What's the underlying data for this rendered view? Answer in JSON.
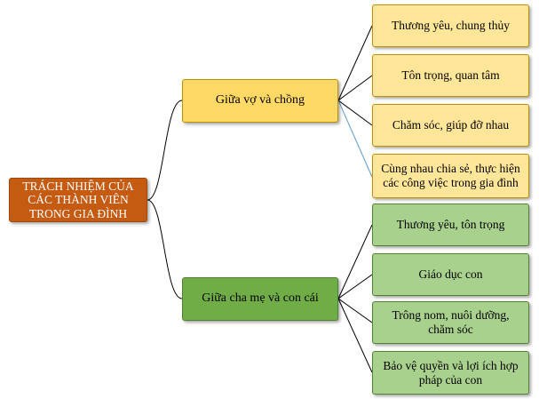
{
  "root": {
    "label": "TRÁCH NHIỆM CỦA CÁC THÀNH VIÊN TRONG GIA ĐÌNH"
  },
  "branches": [
    {
      "label": "Giữa vợ và chồng",
      "children": [
        "Thương yêu, chung thủy",
        "Tôn trọng, quan tâm",
        "Chăm sóc, giúp đỡ nhau",
        "Cùng nhau chia sẻ, thực hiện các công việc trong gia đình"
      ]
    },
    {
      "label": "Giữa cha mẹ và con cái",
      "children": [
        "Thương yêu, tôn trọng",
        "Giáo dục con",
        "Trông nom, nuôi dưỡng, chăm sóc",
        "Bảo vệ quyền và lợi ích hợp pháp của con"
      ]
    }
  ],
  "colors": {
    "root": "#c55a11",
    "branch_1": "#ffd966",
    "branch_2": "#70ad47",
    "leaf_1": "#ffe699",
    "leaf_2": "#a9d18e",
    "highlight_connector": "#5b9bd5"
  }
}
